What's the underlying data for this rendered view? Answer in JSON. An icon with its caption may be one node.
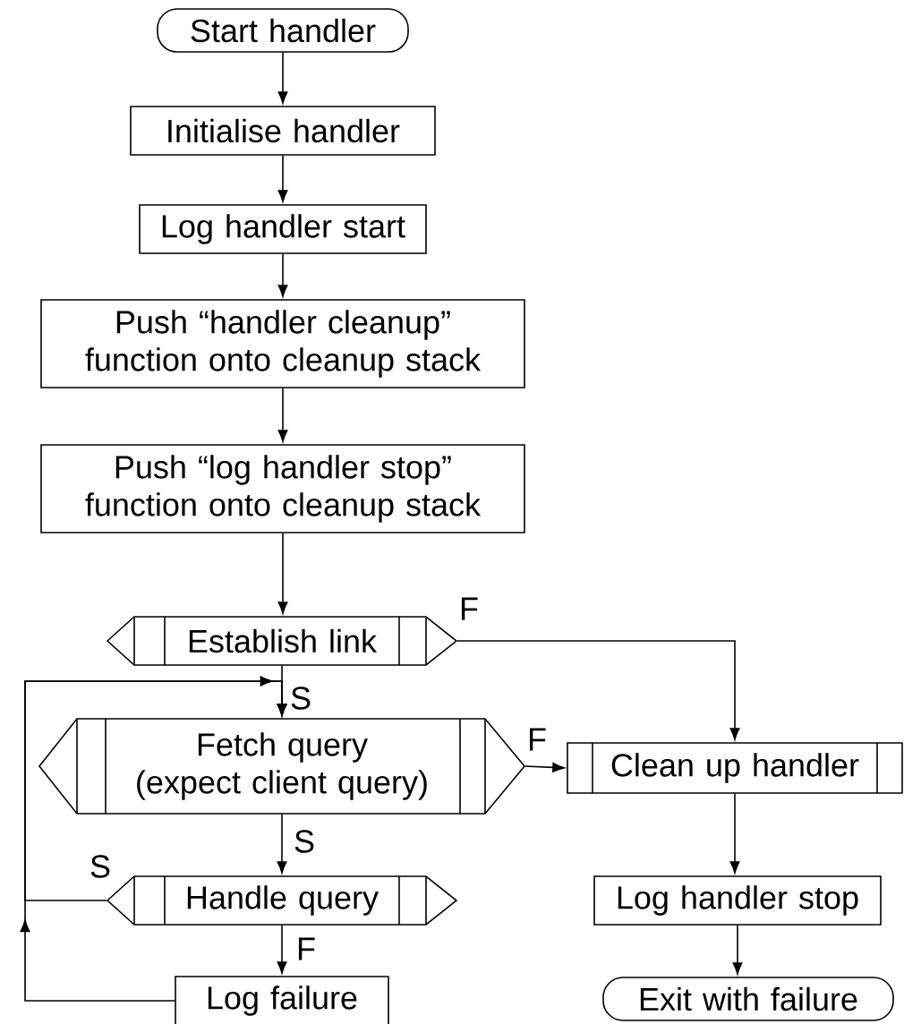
{
  "diagram": {
    "nodes": [
      {
        "text": [
          "Start handler"
        ]
      },
      {
        "text": [
          "Initialise handler"
        ]
      },
      {
        "text": [
          "Log handler start"
        ]
      },
      {
        "text": [
          "Push “handler cleanup” function onto cleanup stack"
        ]
      },
      {
        "text": [
          "Push “log handler stop” function onto cleanup stack"
        ]
      },
      {
        "text": [
          "Establish link"
        ]
      },
      {
        "text": [
          "Fetch query",
          "(expect client query)"
        ]
      },
      {
        "text": [
          "Handle query"
        ]
      },
      {
        "text": [
          "Log failure"
        ]
      },
      {
        "text": [
          "Clean up handler"
        ]
      },
      {
        "text": [
          "Log handler stop"
        ]
      },
      {
        "text": [
          "Exit with failure"
        ]
      }
    ],
    "edges": [
      {
        "from": 0,
        "to": 1,
        "arrow": "to"
      },
      {
        "from": 1,
        "to": 2,
        "arrow": "to"
      },
      {
        "from": 2,
        "to": 3,
        "arrow": "to"
      },
      {
        "from": 3,
        "to": 4,
        "arrow": "to"
      },
      {
        "from": 4,
        "to": 5,
        "arrow": "to"
      },
      {
        "from": 5,
        "to": 6,
        "arrow": "to",
        "label": "S"
      },
      {
        "from": 5,
        "to": 9,
        "arrow": "to",
        "label": "F"
      },
      {
        "from": 6,
        "to": 9,
        "arrow": "to",
        "label": "F"
      },
      {
        "from": 6,
        "to": 7,
        "arrow": "to",
        "label": "S"
      },
      {
        "from": 7,
        "to": 8,
        "arrow": "to",
        "label": "F"
      },
      {
        "from": 7,
        "to": 6,
        "arrow": "to",
        "label": "S"
      },
      {
        "from": 8,
        "to": 6,
        "arrow": "to"
      },
      {
        "from": 9,
        "to": 10,
        "arrow": "to"
      },
      {
        "from": 10,
        "to": 11,
        "arrow": "to"
      }
    ]
  }
}
